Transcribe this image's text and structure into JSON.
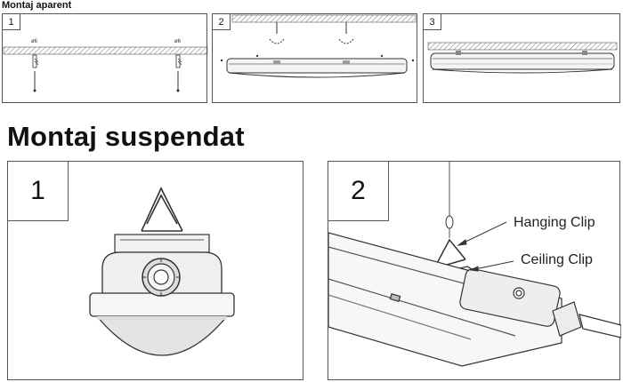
{
  "surface_mount": {
    "title": "Montaj aparent",
    "steps": [
      {
        "number": "1",
        "hole_label_left": "ø6",
        "hole_label_right": "ø6"
      },
      {
        "number": "2"
      },
      {
        "number": "3"
      }
    ]
  },
  "suspended_mount": {
    "title": "Montaj suspendat",
    "steps": [
      {
        "number": "1"
      },
      {
        "number": "2",
        "callouts": {
          "hanging_clip": "Hanging Clip",
          "ceiling_clip": "Ceiling Clip"
        }
      }
    ]
  }
}
